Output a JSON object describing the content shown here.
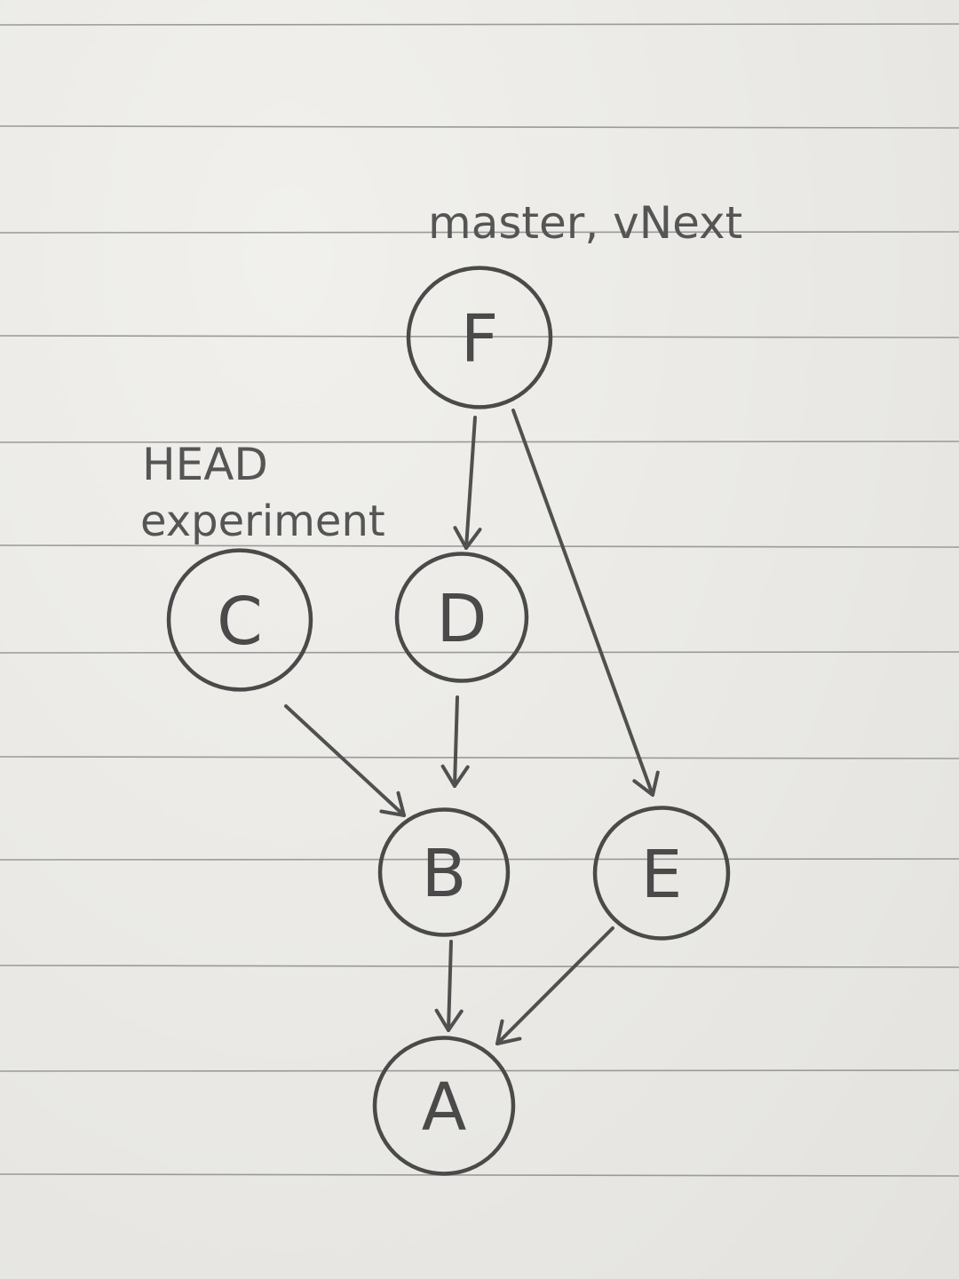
{
  "labels": {
    "master_vnext": "master, vNext",
    "head": "HEAD",
    "experiment": "experiment"
  },
  "nodes": [
    {
      "id": "F",
      "label": "F"
    },
    {
      "id": "C",
      "label": "C"
    },
    {
      "id": "D",
      "label": "D"
    },
    {
      "id": "B",
      "label": "B"
    },
    {
      "id": "E",
      "label": "E"
    },
    {
      "id": "A",
      "label": "A"
    }
  ],
  "edges": [
    {
      "from": "F",
      "to": "D"
    },
    {
      "from": "F",
      "to": "E"
    },
    {
      "from": "C",
      "to": "B"
    },
    {
      "from": "D",
      "to": "B"
    },
    {
      "from": "B",
      "to": "A"
    },
    {
      "from": "E",
      "to": "A"
    }
  ],
  "colors": {
    "ink": "#4a4a4a",
    "paper": "#ebeae6",
    "rule": "#9a9a9a"
  }
}
